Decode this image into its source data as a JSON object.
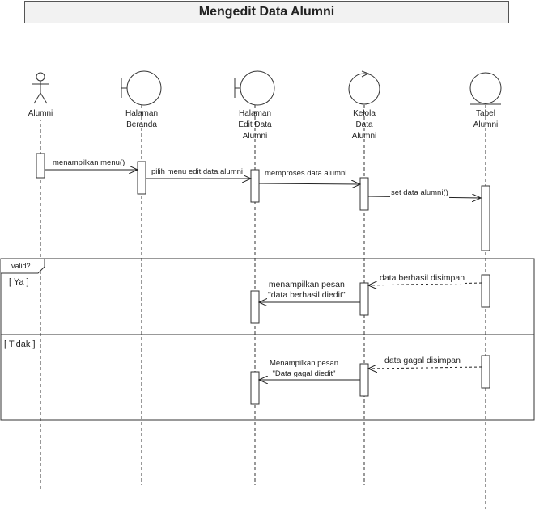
{
  "diagram": {
    "title": "Mengedit Data Alumni",
    "participants": [
      {
        "id": "alumni",
        "type": "actor",
        "label": "Alumni"
      },
      {
        "id": "beranda",
        "type": "boundary",
        "label": "Halaman\nBeranda"
      },
      {
        "id": "edit",
        "type": "boundary",
        "label": "Halaman\nEdit Data\nAlumni"
      },
      {
        "id": "kelola",
        "type": "control",
        "label": "Kelola\nData\nAlumni"
      },
      {
        "id": "tabel",
        "type": "entity",
        "label": "Tabel\nAlumni"
      }
    ],
    "messages": [
      {
        "label": "menampilkan menu()",
        "from": "alumni",
        "to": "beranda",
        "style": "solid"
      },
      {
        "label": "pilih menu edit data alumni",
        "from": "beranda",
        "to": "edit",
        "style": "solid"
      },
      {
        "label": "memproses data alumni",
        "from": "edit",
        "to": "kelola",
        "style": "solid"
      },
      {
        "label": "set data alumni()",
        "from": "kelola",
        "to": "tabel",
        "style": "solid"
      },
      {
        "label": "data berhasil disimpan",
        "from": "tabel",
        "to": "kelola",
        "style": "dashed"
      },
      {
        "label": "menampilkan pesan\n\"data berhasil diedit\"",
        "from": "kelola",
        "to": "edit",
        "style": "solid"
      },
      {
        "label": "data gagal disimpan",
        "from": "tabel",
        "to": "kelola",
        "style": "dashed"
      },
      {
        "label": "Menampilkan pesan\n\"Data gagal diedit\"",
        "from": "kelola",
        "to": "edit",
        "style": "solid"
      }
    ],
    "alt_frame": {
      "tag": "valid?",
      "guards": [
        "[ Ya ]",
        "[ Tidak ]"
      ]
    }
  }
}
